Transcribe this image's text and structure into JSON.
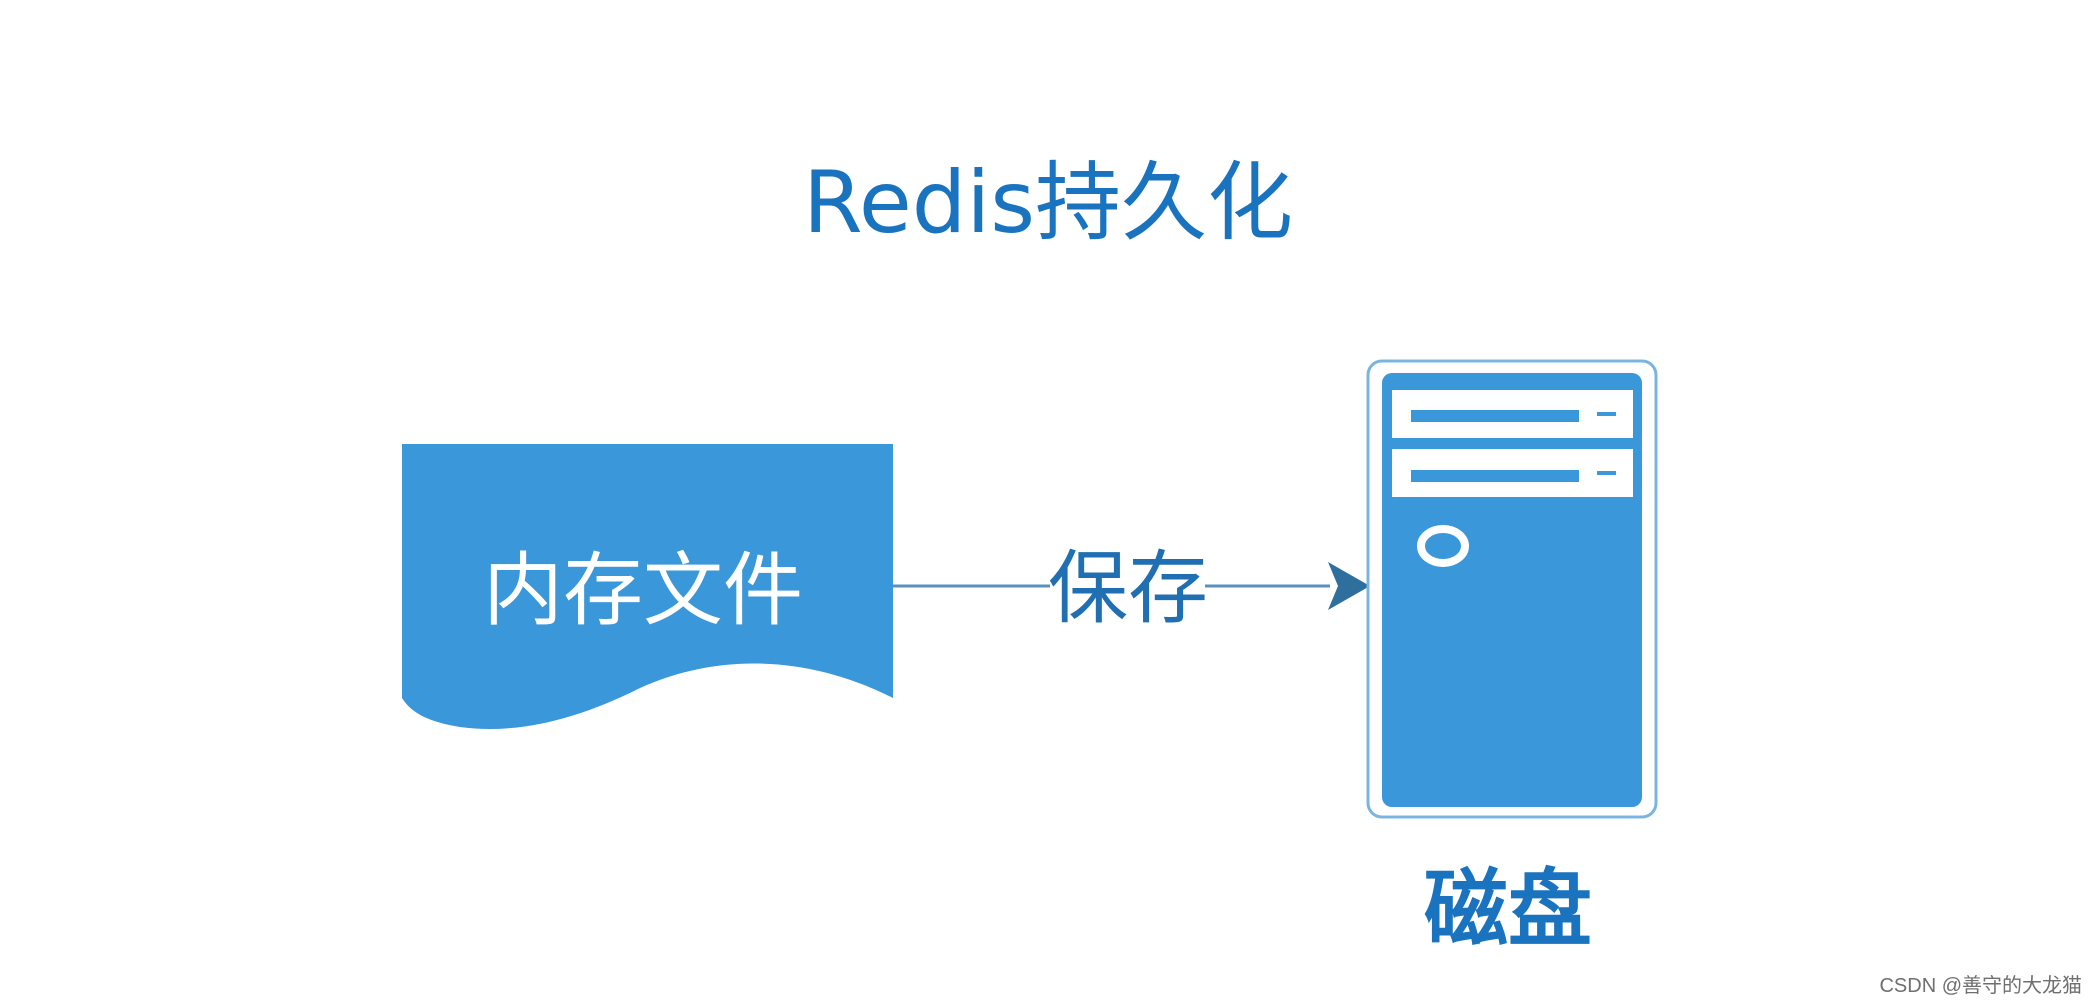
{
  "title": "Redis持久化",
  "nodes": {
    "memory_file": {
      "label": "内存文件"
    },
    "disk": {
      "label": "磁盘"
    }
  },
  "edge": {
    "label": "保存"
  },
  "watermark": "CSDN @善守的大龙猫",
  "colors": {
    "primary_fill": "#3a97da",
    "title_text": "#1a73bf",
    "edge_line": "#5a90bc",
    "arrow_head": "#2f6f9e",
    "server_outline": "#7ab4e0",
    "background": "#ffffff"
  }
}
